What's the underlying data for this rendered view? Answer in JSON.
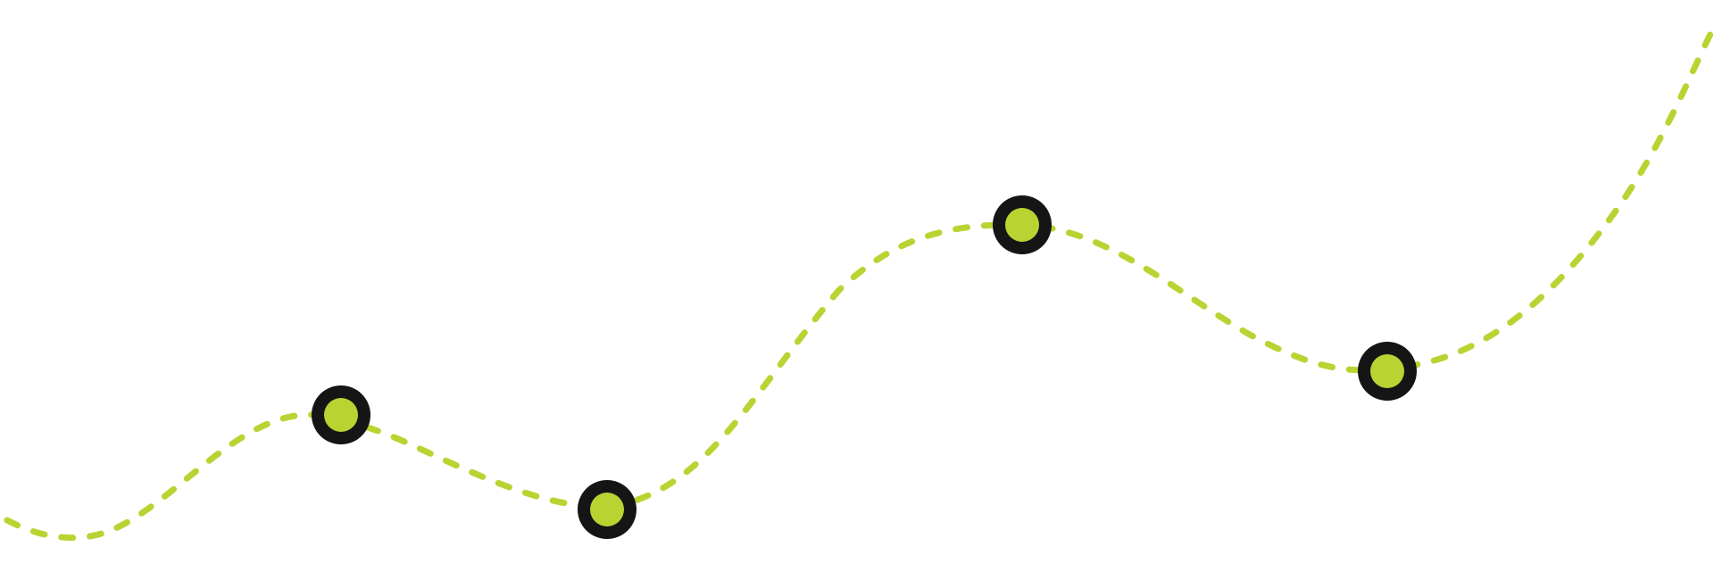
{
  "colors": {
    "background": "#ffffff",
    "path": "#b9d432",
    "marker_fill": "#b9d432",
    "marker_ring": "#151515"
  },
  "path": {
    "style": "dashed-curve",
    "line_cap": "round"
  },
  "markers": [
    {
      "id": "marker-1"
    },
    {
      "id": "marker-2"
    },
    {
      "id": "marker-3"
    },
    {
      "id": "marker-4"
    }
  ]
}
